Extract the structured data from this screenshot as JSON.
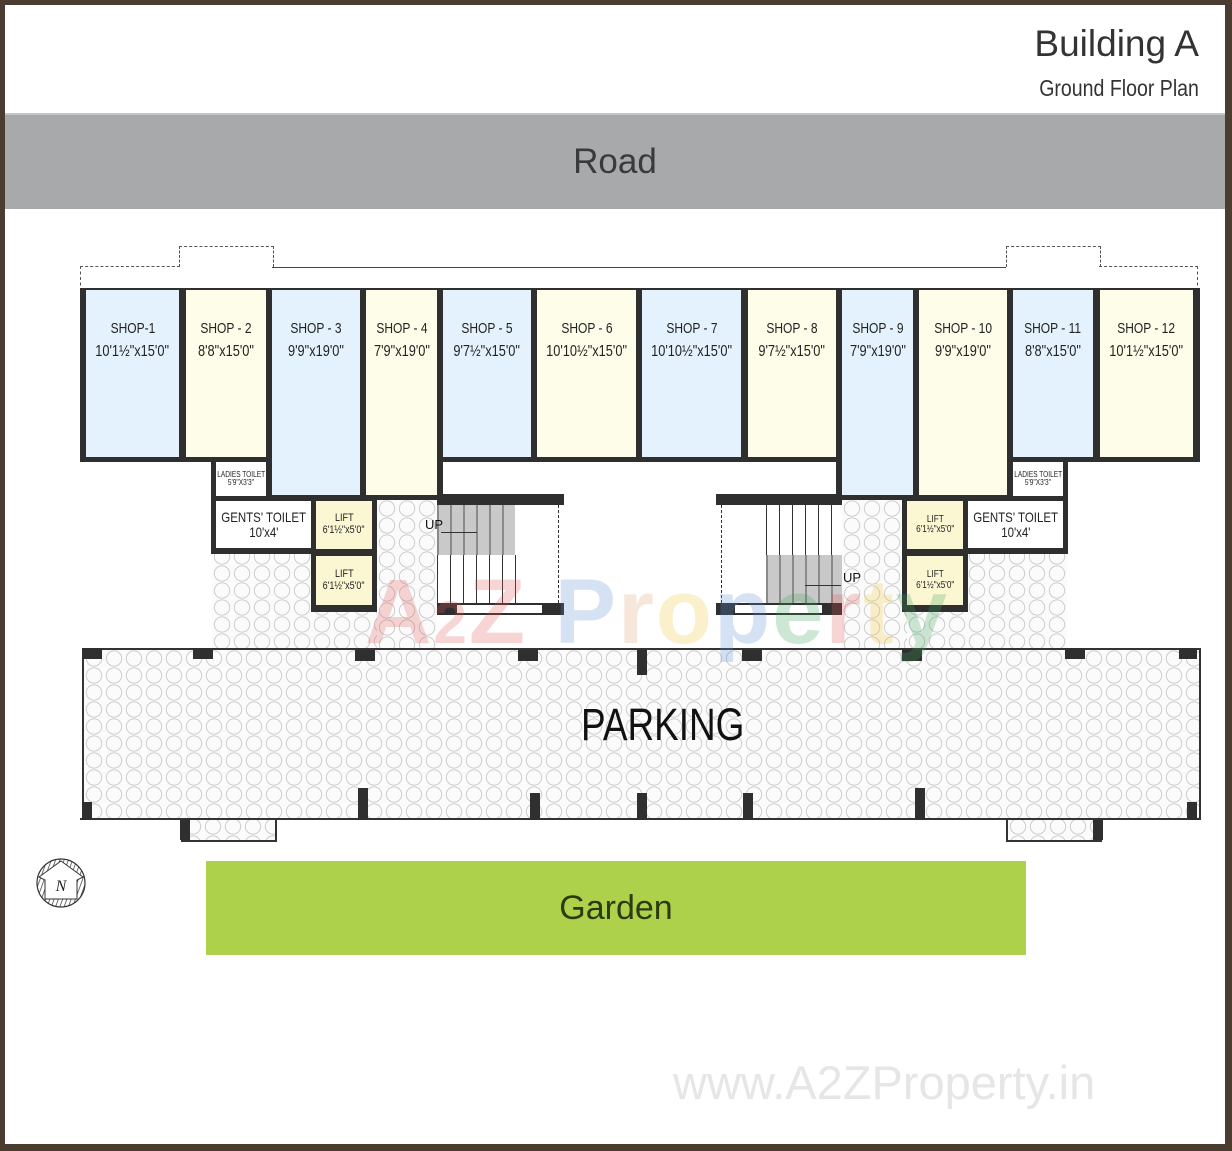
{
  "header": {
    "title": "Building A",
    "subtitle": "Ground Floor Plan"
  },
  "zones": {
    "road": "Road",
    "parking": "PARKING",
    "garden": "Garden"
  },
  "shops": [
    {
      "name": "SHOP-1",
      "dims": "10'1½\"x15'0\""
    },
    {
      "name": "SHOP - 2",
      "dims": "8'8\"x15'0\""
    },
    {
      "name": "SHOP - 3",
      "dims": "9'9\"x19'0\""
    },
    {
      "name": "SHOP - 4",
      "dims": "7'9\"x19'0\""
    },
    {
      "name": "SHOP - 5",
      "dims": "9'7½\"x15'0\""
    },
    {
      "name": "SHOP - 6",
      "dims": "10'10½\"x15'0\""
    },
    {
      "name": "SHOP - 7",
      "dims": "10'10½\"x15'0\""
    },
    {
      "name": "SHOP - 8",
      "dims": "9'7½\"x15'0\""
    },
    {
      "name": "SHOP - 9",
      "dims": "7'9\"x19'0\""
    },
    {
      "name": "SHOP - 10",
      "dims": "9'9\"x19'0\""
    },
    {
      "name": "SHOP - 11",
      "dims": "8'8\"x15'0\""
    },
    {
      "name": "SHOP - 12",
      "dims": "10'1½\"x15'0\""
    }
  ],
  "facilities": {
    "ladies_toilet_left": {
      "name": "LADIES TOILET",
      "dims": "5'9\"X3'3\""
    },
    "ladies_toilet_right": {
      "name": "LADIES TOILET",
      "dims": "5'9\"X3'3\""
    },
    "gents_toilet_left": {
      "name": "GENTS' TOILET",
      "dims": "10'x4'"
    },
    "gents_toilet_right": {
      "name": "GENTS' TOILET",
      "dims": "10'x4'"
    },
    "lifts": [
      {
        "name": "LIFT",
        "dims": "6'1½\"x5'0\""
      },
      {
        "name": "LIFT",
        "dims": "6'1½\"x5'0\""
      },
      {
        "name": "LIFT",
        "dims": "6'1½\"x5'0\""
      },
      {
        "name": "LIFT",
        "dims": "6'1½\"x5'0\""
      }
    ],
    "stairs_left_label": "UP",
    "stairs_right_label": "UP"
  },
  "compass": {
    "label": "N"
  },
  "watermark": {
    "logo": "A2Z Property",
    "url": "www.A2ZProperty.in"
  },
  "colors": {
    "road": "#a8a9ab",
    "garden": "#add14a",
    "shop_blue": "#e3f2fc",
    "shop_cream": "#fdfde9",
    "lift": "#fbf7d3",
    "frame": "#4a3d30"
  }
}
